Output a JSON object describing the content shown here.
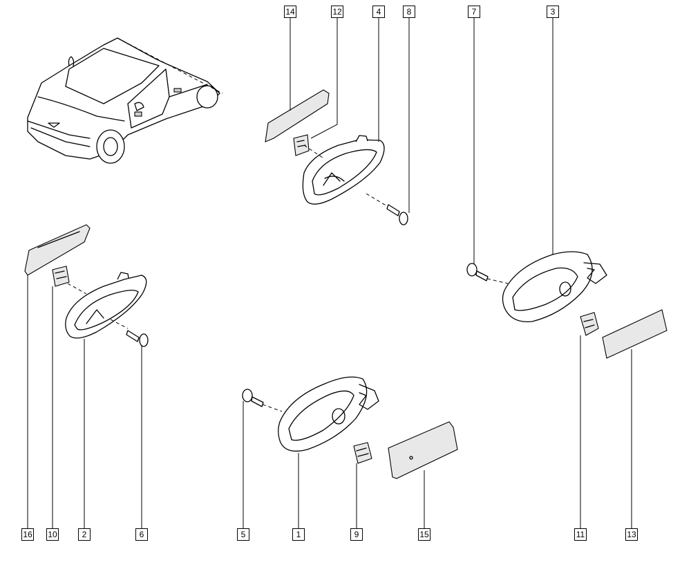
{
  "callouts": {
    "c14": "14",
    "c12": "12",
    "c4": "4",
    "c8": "8",
    "c7": "7",
    "c3": "3",
    "c16": "16",
    "c10": "10",
    "c2": "2",
    "c6": "6",
    "c5": "5",
    "c1": "1",
    "c9": "9",
    "c15": "15",
    "c11": "11",
    "c13": "13"
  }
}
